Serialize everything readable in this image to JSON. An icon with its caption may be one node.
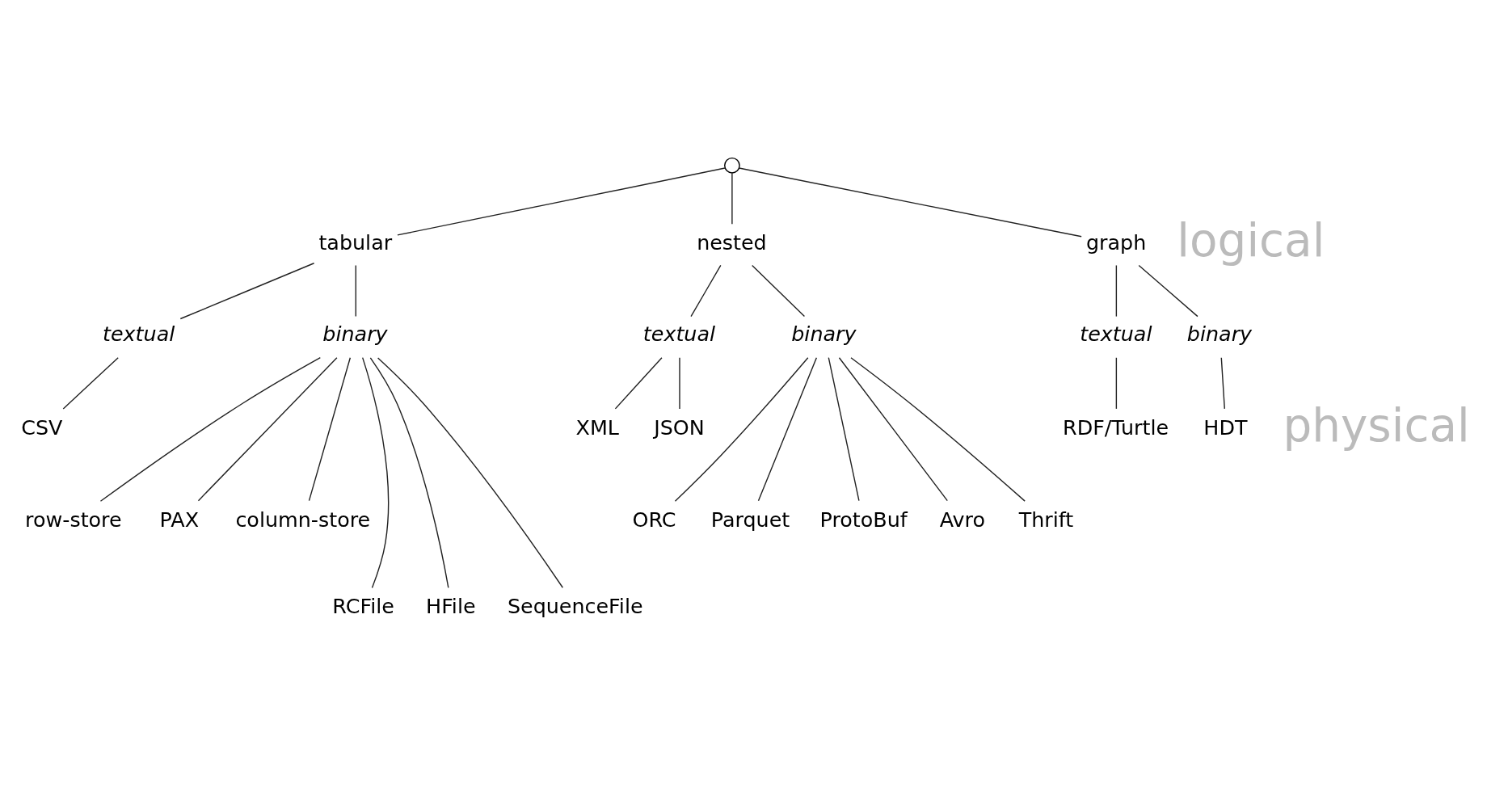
{
  "diagram": {
    "nodes": [
      {
        "text": [],
        "shape": "circle"
      },
      {
        "text": [
          "tabular"
        ]
      },
      {
        "text": [
          "nested"
        ]
      },
      {
        "text": [
          "graph"
        ]
      },
      {
        "text": [
          "textual"
        ]
      },
      {
        "text": [
          "binary"
        ]
      },
      {
        "text": [
          "textual"
        ]
      },
      {
        "text": [
          "binary"
        ]
      },
      {
        "text": [
          "textual"
        ]
      },
      {
        "text": [
          "binary"
        ]
      },
      {
        "text": [
          "CSV"
        ]
      },
      {
        "text": [
          "XML"
        ]
      },
      {
        "text": [
          "JSON"
        ]
      },
      {
        "text": [
          "RDF/Turtle"
        ]
      },
      {
        "text": [
          "HDT"
        ]
      },
      {
        "text": [
          "row-store"
        ]
      },
      {
        "text": [
          "PAX"
        ]
      },
      {
        "text": [
          "column-store"
        ]
      },
      {
        "text": [
          "ORC"
        ]
      },
      {
        "text": [
          "Parquet"
        ]
      },
      {
        "text": [
          "ProtoBuf"
        ]
      },
      {
        "text": [
          "Avro"
        ]
      },
      {
        "text": [
          "Thrift"
        ]
      },
      {
        "text": [
          "RCFile"
        ]
      },
      {
        "text": [
          "HFile"
        ]
      },
      {
        "text": [
          "SequenceFile"
        ]
      }
    ],
    "edges": [
      {
        "from": 0,
        "to": 1,
        "arrow": "none"
      },
      {
        "from": 0,
        "to": 2,
        "arrow": "none"
      },
      {
        "from": 0,
        "to": 3,
        "arrow": "none"
      },
      {
        "from": 1,
        "to": 4,
        "arrow": "none"
      },
      {
        "from": 1,
        "to": 5,
        "arrow": "none"
      },
      {
        "from": 2,
        "to": 6,
        "arrow": "none"
      },
      {
        "from": 2,
        "to": 7,
        "arrow": "none"
      },
      {
        "from": 3,
        "to": 8,
        "arrow": "none"
      },
      {
        "from": 3,
        "to": 9,
        "arrow": "none"
      },
      {
        "from": 4,
        "to": 10,
        "arrow": "none"
      },
      {
        "from": 5,
        "to": 15,
        "arrow": "none"
      },
      {
        "from": 5,
        "to": 16,
        "arrow": "none"
      },
      {
        "from": 5,
        "to": 17,
        "arrow": "none"
      },
      {
        "from": 5,
        "to": 23,
        "arrow": "none"
      },
      {
        "from": 5,
        "to": 24,
        "arrow": "none"
      },
      {
        "from": 5,
        "to": 25,
        "arrow": "none"
      },
      {
        "from": 6,
        "to": 11,
        "arrow": "none"
      },
      {
        "from": 6,
        "to": 12,
        "arrow": "none"
      },
      {
        "from": 7,
        "to": 18,
        "arrow": "none"
      },
      {
        "from": 7,
        "to": 19,
        "arrow": "none"
      },
      {
        "from": 7,
        "to": 20,
        "arrow": "none"
      },
      {
        "from": 7,
        "to": 21,
        "arrow": "none"
      },
      {
        "from": 7,
        "to": 22,
        "arrow": "none"
      },
      {
        "from": 8,
        "to": 13,
        "arrow": "none"
      },
      {
        "from": 9,
        "to": 14,
        "arrow": "none"
      }
    ],
    "labels": [
      "logical",
      "physical"
    ]
  }
}
